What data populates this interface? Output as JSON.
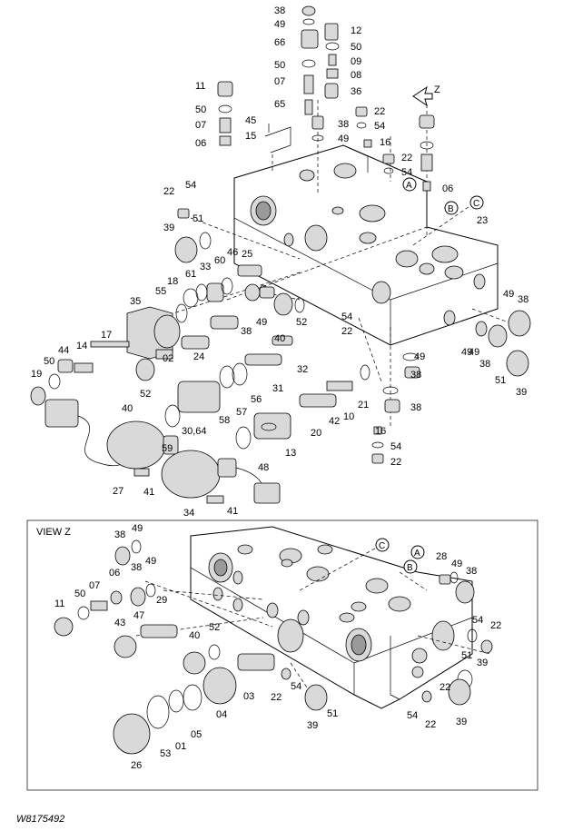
{
  "view_heading": "VIEW Z",
  "figure_code": "W8175492",
  "direction_label": "Z",
  "callout_letters": [
    "A",
    "B",
    "C"
  ],
  "upper_labels": [
    "38",
    "49",
    "12",
    "66",
    "50",
    "09",
    "50",
    "08",
    "07",
    "36",
    "11",
    "65",
    "22",
    "50",
    "54",
    "45",
    "38",
    "07",
    "15",
    "49",
    "16",
    "06",
    "22",
    "54",
    "22",
    "54",
    "06",
    "39",
    "51",
    "23",
    "46",
    "25",
    "18",
    "61",
    "33",
    "60",
    "49",
    "38",
    "55",
    "35",
    "38",
    "49",
    "52",
    "54",
    "40",
    "22",
    "17",
    "24",
    "44",
    "14",
    "50",
    "02",
    "31",
    "32",
    "49",
    "19",
    "52",
    "38",
    "56",
    "57",
    "58",
    "21",
    "16",
    "49",
    "40",
    "30,64",
    "42",
    "10",
    "20",
    "13",
    "38",
    "59",
    "54",
    "22",
    "48",
    "27",
    "41",
    "34",
    "41",
    "49",
    "51",
    "38",
    "39"
  ],
  "view_z_labels": [
    "38",
    "49",
    "28",
    "49",
    "38",
    "38",
    "49",
    "06",
    "07",
    "11",
    "50",
    "29",
    "54",
    "43",
    "47",
    "22",
    "40",
    "52",
    "39",
    "51",
    "03",
    "54",
    "22",
    "26",
    "53",
    "01",
    "05",
    "04",
    "22",
    "39",
    "51",
    "54",
    "22",
    "39"
  ]
}
